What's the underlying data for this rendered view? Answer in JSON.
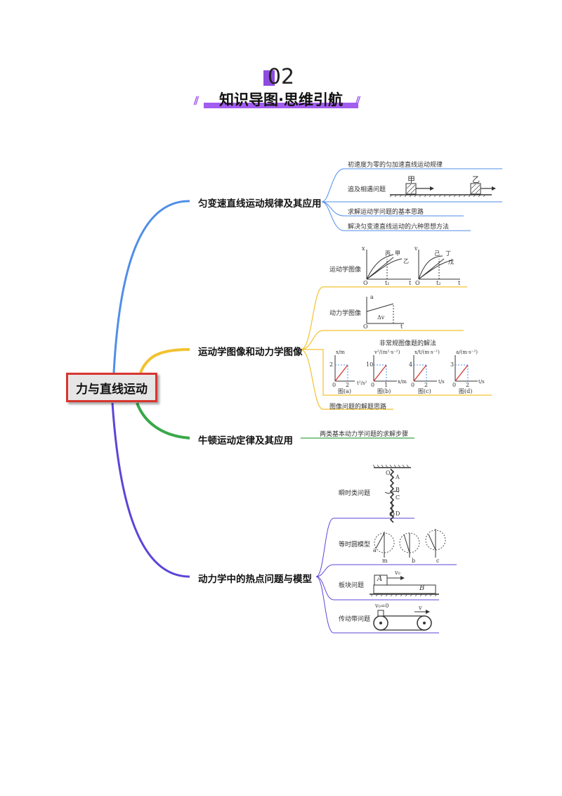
{
  "header": {
    "number": "02",
    "title": "知识导图·思维引航"
  },
  "root": {
    "label": "力与直线运动",
    "color": "#d7362f"
  },
  "branches": [
    {
      "label": "匀变速直线运动规律及其应用",
      "color": "#4f8ee8",
      "items": [
        "初速度为零的匀加速直线运动规律",
        "追及相遇问题",
        "求解运动学问题的基本思路",
        "解决匀变速直线运动的六种思想方法"
      ],
      "figure_labels": {
        "car1": "甲",
        "car2": "乙"
      }
    },
    {
      "label": "运动学图像和动力学图像",
      "color": "#f2c230",
      "items": [
        "运动学图像",
        "动力学图像",
        "非常规图像题的解法",
        "图像问题的解题思路"
      ],
      "kin_graph1": {
        "x": "x",
        "o": "O",
        "t1": "t₁",
        "t": "t",
        "c1": "丙",
        "c2": "甲",
        "c3": "乙"
      },
      "kin_graph2": {
        "v": "v",
        "o": "O",
        "t2": "t₂",
        "t": "t",
        "c1": "己",
        "c2": "丁",
        "c3": "戊"
      },
      "dyn_graph": {
        "a": "a",
        "o": "O",
        "t": "t",
        "dv": "Δv"
      },
      "panels": [
        {
          "ylabel": "x/m",
          "ytick": "2",
          "xtick": "2",
          "xlabel": "t²/s²",
          "origin": "0",
          "caption": "图(a)"
        },
        {
          "ylabel": "v²/(m²·s⁻²)",
          "ytick": "10",
          "xtick": "1",
          "xlabel": "x/m",
          "origin": "0",
          "caption": "图(b)"
        },
        {
          "ylabel": "x/t/(m·s⁻¹)",
          "ytick": "4",
          "xtick": "2",
          "xlabel": "t/s",
          "origin": "0",
          "caption": "图(c)"
        },
        {
          "ylabel": "a/(m·s⁻²)",
          "ytick": "3",
          "xtick": "2",
          "xlabel": "t/s",
          "origin": "0",
          "caption": "图(d)"
        }
      ]
    },
    {
      "label": "牛顿运动定律及其应用",
      "color": "#3aa84a",
      "items": [
        "两类基本动力学问题的求解步骤"
      ]
    },
    {
      "label": "动力学中的热点问题与模型",
      "color": "#5b46d8",
      "items": [
        "瞬时类问题",
        "等时圆模型",
        "板块问题",
        "传动带问题"
      ],
      "spring_labels": [
        "O",
        "A",
        "B",
        "C",
        "D"
      ],
      "circle_labels": [
        "m",
        "a",
        "b",
        "c"
      ],
      "block_labels": {
        "a": "A",
        "b": "B",
        "v": "v₀"
      },
      "belt_labels": {
        "v0": "v₀=0",
        "v": "v"
      }
    }
  ]
}
